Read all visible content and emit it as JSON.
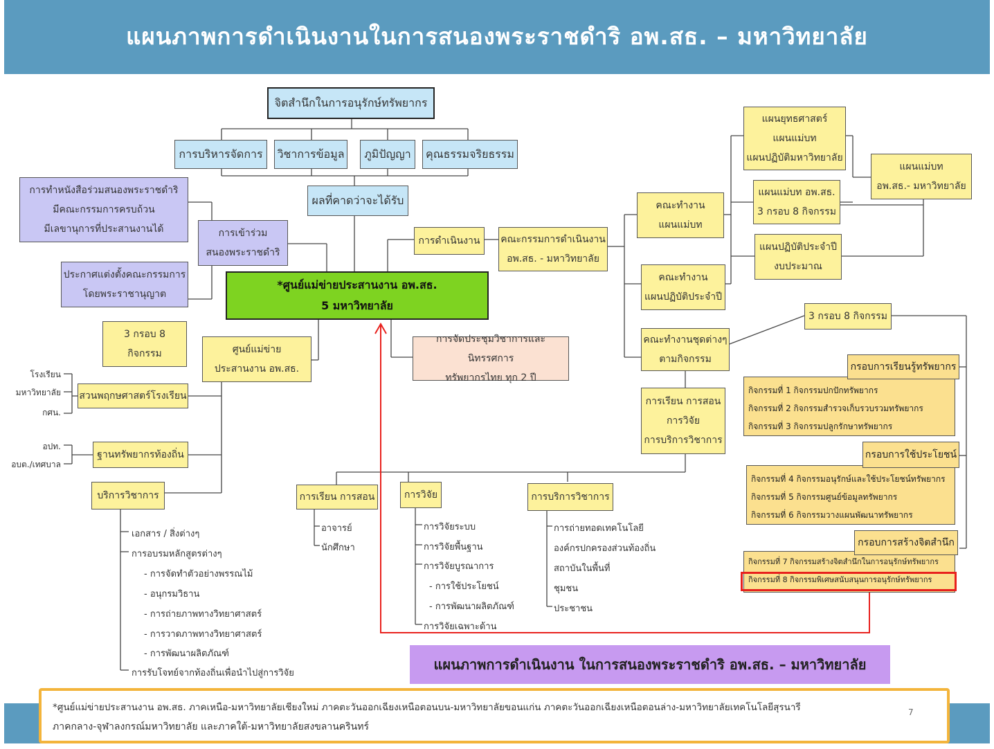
{
  "header": {
    "title": "แผนภาพการดำเนินงานในการสนองพระราชดำริ อพ.สธ. – มหาวิทยาลัย"
  },
  "boxes": {
    "conscience": "จิตสำนึกในการอนุรักษ์ทรัพยากร",
    "management": "การบริหารจัดการ",
    "academic": "วิชาการข้อมูล",
    "wisdom": "ภูมิปัญญา",
    "ethics": "คุณธรรมจริยธรรม",
    "expected": "ผลที่คาดว่าจะได้รับ",
    "mou": [
      "การทำหนังสือร่วมสนองพระราชดำริ",
      "มีคณะกรรมการครบถ้วน",
      "มีเลขานุการที่ประสานงานได้"
    ],
    "join": [
      "การเข้าร่วม",
      "สนองพระราชดำริ"
    ],
    "announce": [
      "ประกาศแต่งตั้งคณะกรรมการ",
      "โดยพระราชานุญาต"
    ],
    "center": [
      "*ศูนย์แม่ข่ายประสานงาน อพ.สธ.",
      "5 มหาวิทยาลัย"
    ],
    "frame38": [
      "3 กรอบ 8",
      "กิจกรรม"
    ],
    "hub": [
      "ศูนย์แม่ข่าย",
      "ประสานงาน อพ.สธ."
    ],
    "school_garden": "สวนพฤกษศาสตร์โรงเรียน",
    "local_base": "ฐานทรัพยากรท้องถิ่น",
    "service": "บริการวิชาการ",
    "operation": "การดำเนินงาน",
    "committee": [
      "คณะกรรมการดำเนินงาน",
      "อพ.สธ. - มหาวิทยาลัย"
    ],
    "conference": [
      "การจัดประชุมวิชาการและนิทรรศการ",
      "ทรัพยากรไทย ทุก 2 ปี"
    ],
    "strategy": [
      "แผนยุทธศาสตร์",
      "แผนแม่บท",
      "แผนปฏิบัติมหาวิทยาลัย"
    ],
    "master_main": [
      "แผนแม่บท",
      "อพ.สธ.- มหาวิทยาลัย"
    ],
    "master_38": [
      "แผนแม่บท อพ.สธ.",
      "3 กรอบ 8 กิจกรรม"
    ],
    "annual_plan": [
      "แผนปฏิบัติประจำปี",
      "งบประมาณ"
    ],
    "wg_master": [
      "คณะทำงาน",
      "แผนแม่บท"
    ],
    "wg_annual": [
      "คณะทำงาน",
      "แผนปฏิบัติประจำปี"
    ],
    "frame38_right": "3 กรอบ 8 กิจกรรม",
    "wg_activity": [
      "คณะทำงานชุดต่างๆ",
      "ตามกิจกรรม"
    ],
    "teach_box": [
      "การเรียน การสอน",
      "การวิจัย",
      "การบริการวิชาการ"
    ],
    "teaching": "การเรียน การสอน",
    "research": "การวิจัย",
    "academic_service": "การบริการวิชาการ"
  },
  "left_labels": {
    "school": "โรงเรียน",
    "university": "มหาวิทยาลัย",
    "nfe": "กศน.",
    "dla": "อปท.",
    "sao": "อบต./เทศบาล"
  },
  "service_items": [
    "เอกสาร / สิ่งต่างๆ",
    "การอบรมหลักสูตรต่างๆ",
    "- การจัดทำตัวอย่างพรรณไม้",
    "- อนุกรมวิธาน",
    "- การถ่ายภาพทางวิทยาศาสตร์",
    "- การวาดภาพทางวิทยาศาสตร์",
    "- การพัฒนาผลิตภัณฑ์",
    "การรับโจทย์จากท้องถิ่นเพื่อนำไปสู่การวิจัย"
  ],
  "teaching_items": [
    "อาจารย์",
    "นักศึกษา"
  ],
  "research_items": [
    "การวิจัยระบบ",
    "การวิจัยพื้นฐาน",
    "การวิจัยบูรณาการ",
    "- การใช้ประโยชน์",
    "- การพัฒนาผลิตภัณฑ์",
    "การวิจัยเฉพาะด้าน"
  ],
  "service_targets": [
    "การถ่ายทอดเทคโนโลยี",
    "องค์กรปกครองส่วนท้องถิ่น",
    "สถาบันในพื้นที่",
    "ชุมชน",
    "ประชาชน"
  ],
  "frames": {
    "learning": {
      "title": "กรอบการเรียนรู้ทรัพยากร",
      "items": [
        "กิจกรรมที่ 1 กิจกรรมปกปักทรัพยากร",
        "กิจกรรมที่ 2 กิจกรรมสำรวจเก็บรวบรวมทรัพยากร",
        "กิจกรรมที่ 3 กิจกรรมปลูกรักษาทรัพยากร"
      ]
    },
    "utilization": {
      "title": "กรอบการใช้ประโยชน์",
      "items": [
        "กิจกรรมที่ 4 กิจกรรมอนุรักษ์และใช้ประโยชน์ทรัพยากร",
        "กิจกรรมที่ 5 กิจกรรมศูนย์ข้อมูลทรัพยากร",
        "กิจกรรมที่ 6 กิจกรรมวางแผนพัฒนาทรัพยากร"
      ]
    },
    "awareness": {
      "title": "กรอบการสร้างจิตสำนึก",
      "items": [
        "กิจกรรมที่ 7 กิจกรรมสร้างจิตสำนึกในการอนุรักษ์ทรัพยากร",
        "กิจกรรมที่ 8 กิจกรรมพิเศษสนับสนุนการอนุรักษ์ทรัพยากร"
      ]
    }
  },
  "caption": "แผนภาพการดำเนินงาน ในการสนองพระราชดำริ อพ.สธ. – มหาวิทยาลัย",
  "footnote": [
    "*ศูนย์แม่ข่ายประสานงาน อพ.สธ. ภาคเหนือ-มหาวิทยาลัยเชียงใหม่ ภาคตะวันออกเฉียงเหนือตอนบน-มหาวิทยาลัยขอนแก่น ภาคตะวันออกเฉียงเหนือตอนล่าง-มหาวิทยาลัยเทคโนโลยีสุรนารี",
    "ภาคกลาง-จุฬาลงกรณ์มหาวิทยาลัย และภาคใต้-มหาวิทยาลัยสงขลานครินทร์"
  ],
  "page_number": "7",
  "colors": {
    "banner": "#5b9bbf",
    "center": "#7ed321",
    "highlight": "#e8211d",
    "caption": "#c79af0",
    "footnote_border": "#f3b43b"
  }
}
